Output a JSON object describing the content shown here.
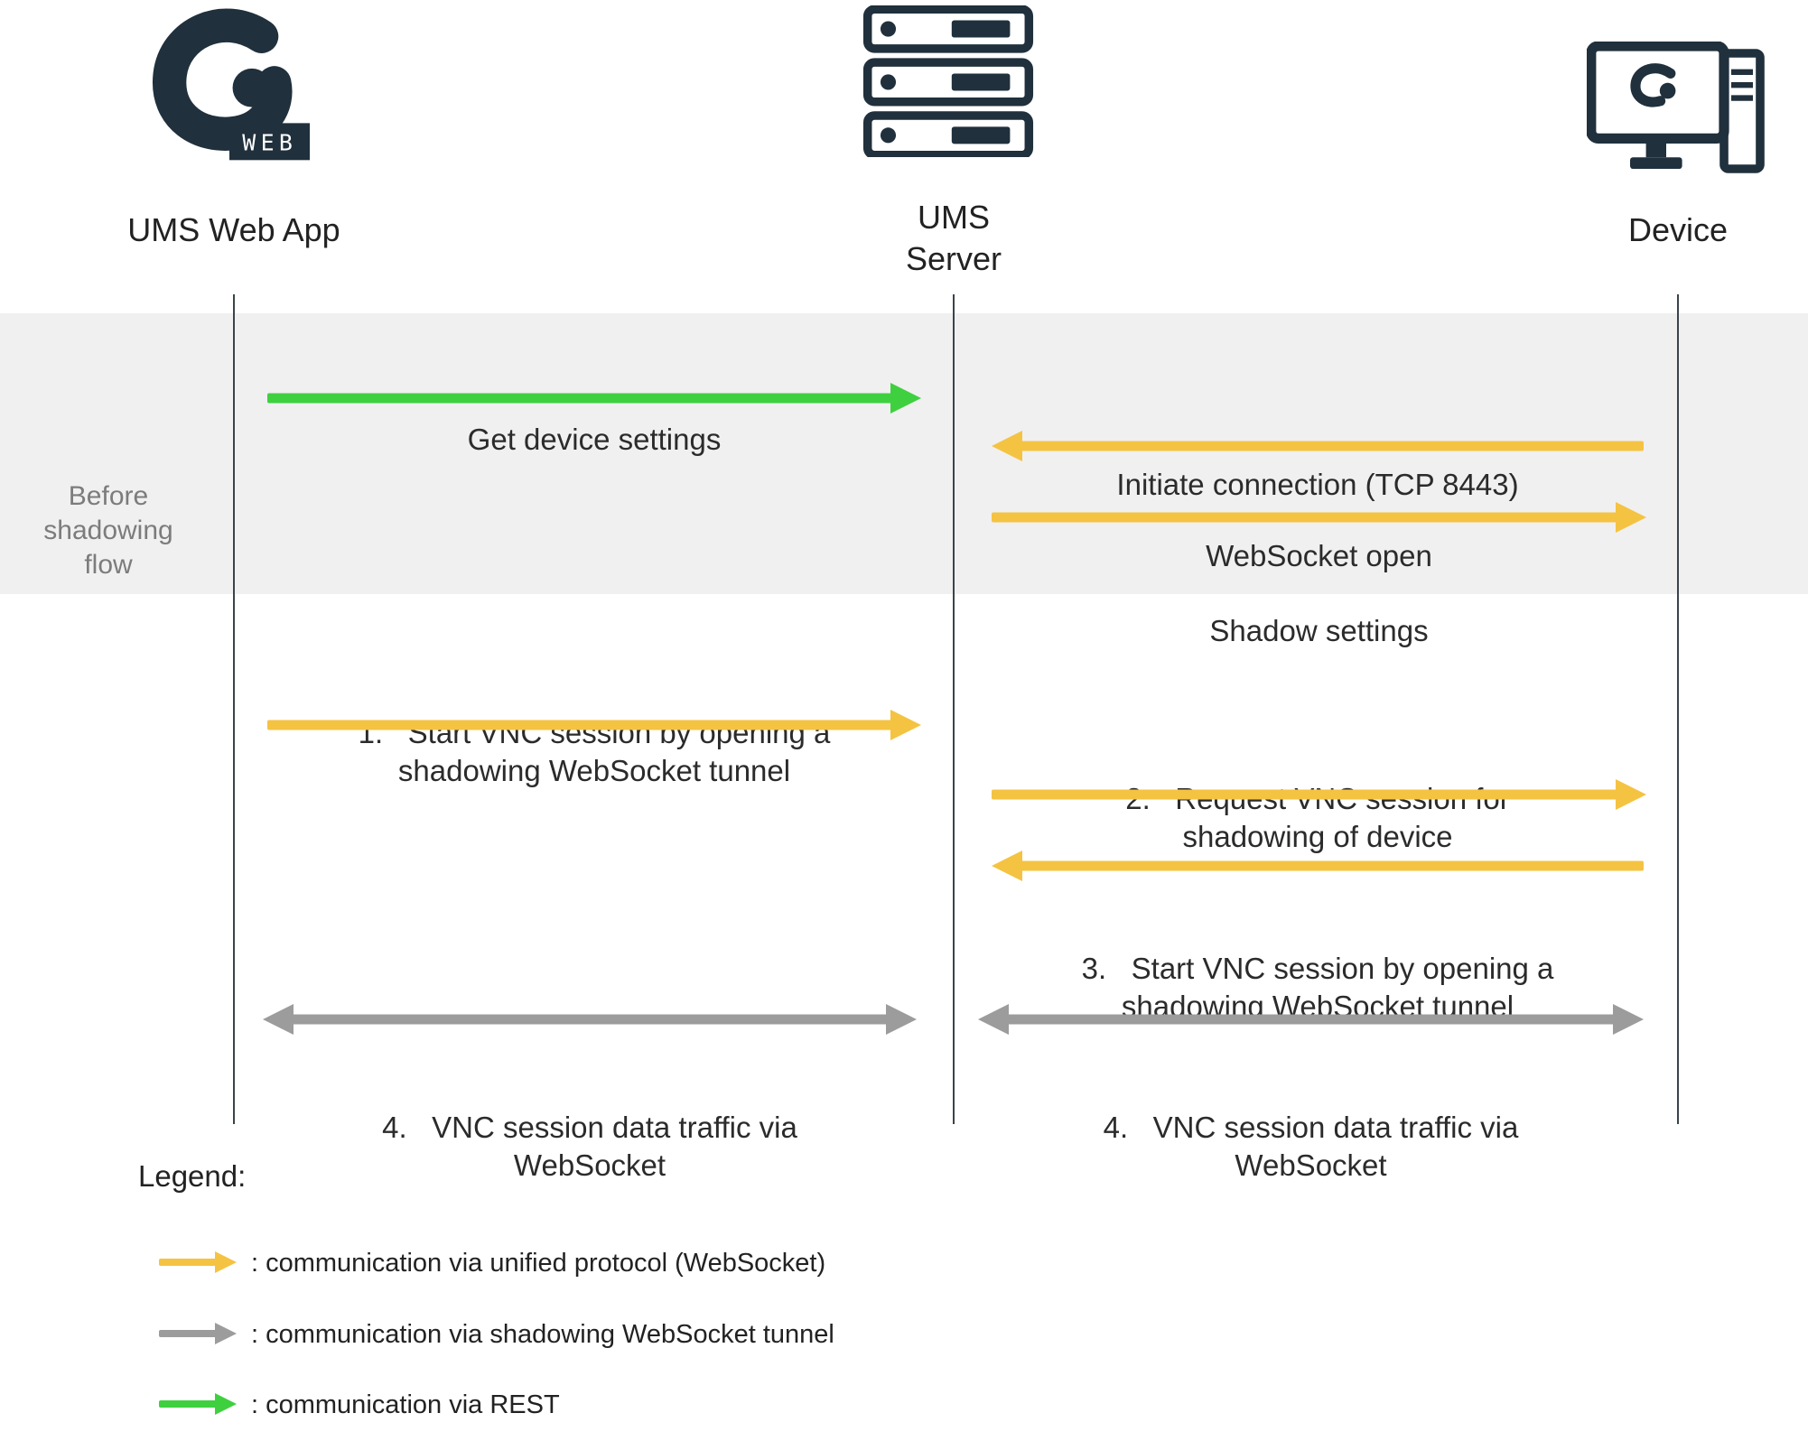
{
  "colors": {
    "yellow": "#F5C342",
    "green": "#3FD03F",
    "gray": "#9C9C9C",
    "dark": "#20303C",
    "band": "#F0F0F0"
  },
  "actors": {
    "web_app": "UMS Web App",
    "server": "UMS Server",
    "device": "Device"
  },
  "logo": {
    "badge": "WEB"
  },
  "before": {
    "label": "Before shadowing flow",
    "get_device_settings": "Get device settings",
    "initiate_connection": "Initiate connection (TCP 8443)",
    "websocket_open": "WebSocket open",
    "shadow_settings": "Shadow settings"
  },
  "flow": {
    "step1": "1.   Start VNC session by opening a shadowing WebSocket tunnel",
    "step2": "2.   Request VNC session for shadowing of device",
    "step3": "3.   Start VNC session by opening a shadowing WebSocket tunnel",
    "step4_left": "4.   VNC session data traffic via WebSocket",
    "step4_right": "4.   VNC session data traffic via WebSocket"
  },
  "legend": {
    "title": "Legend:",
    "unified": ": communication via unified protocol (WebSocket)",
    "shadow_tunnel": ": communication via shadowing WebSocket tunnel",
    "rest": ": communication via REST"
  }
}
